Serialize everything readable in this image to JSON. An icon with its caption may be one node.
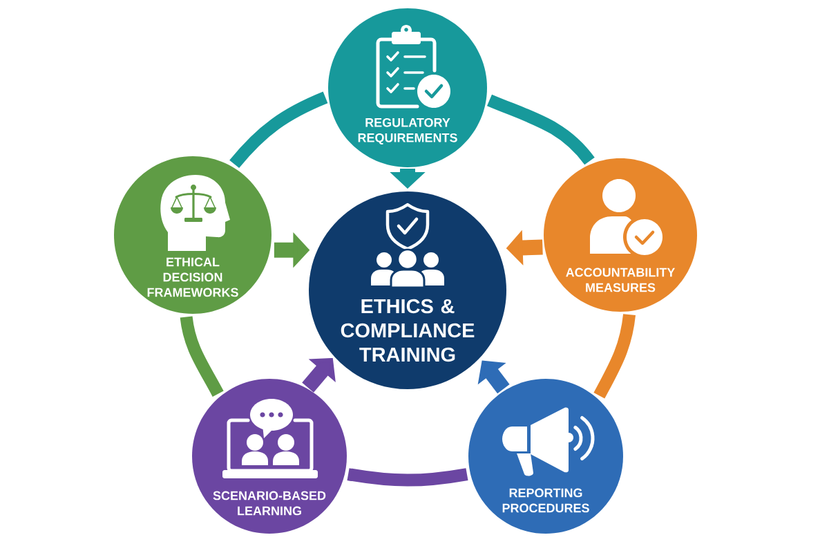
{
  "diagram": {
    "nodes": [
      {
        "text": [
          "REGULATORY REQUIREMENTS"
        ]
      },
      {
        "text": [
          "ETHICAL DECISION FRAMEWORKS"
        ]
      },
      {
        "text": [
          "ETHICS & COMPLIANCE TRAINING"
        ]
      },
      {
        "text": [
          "ACCOUNTABILITY MEASURES"
        ]
      },
      {
        "text": [
          "SCENARIO-BASED LEARNING"
        ]
      },
      {
        "text": [
          "REPORTING PROCEDURES"
        ]
      }
    ],
    "edges": [
      {
        "from": 0,
        "to": 1,
        "arrow": "none",
        "color": "#17999b"
      },
      {
        "from": 0,
        "to": 3,
        "arrow": "none",
        "color": "#17999b"
      },
      {
        "from": 1,
        "to": 4,
        "arrow": "none",
        "color": "#5f9c45"
      },
      {
        "from": 3,
        "to": 5,
        "arrow": "none",
        "color": "#e8872b"
      },
      {
        "from": 4,
        "to": 5,
        "arrow": "none",
        "color": "#6b46a2"
      },
      {
        "from": 0,
        "to": 2,
        "arrow": "to",
        "color": "#17999b"
      },
      {
        "from": 1,
        "to": 2,
        "arrow": "to",
        "color": "#5f9c45"
      },
      {
        "from": 3,
        "to": 2,
        "arrow": "to",
        "color": "#e8872b"
      },
      {
        "from": 4,
        "to": 2,
        "arrow": "to",
        "color": "#6b46a2"
      },
      {
        "from": 5,
        "to": 2,
        "arrow": "to",
        "color": "#2e6cb6"
      }
    ]
  }
}
